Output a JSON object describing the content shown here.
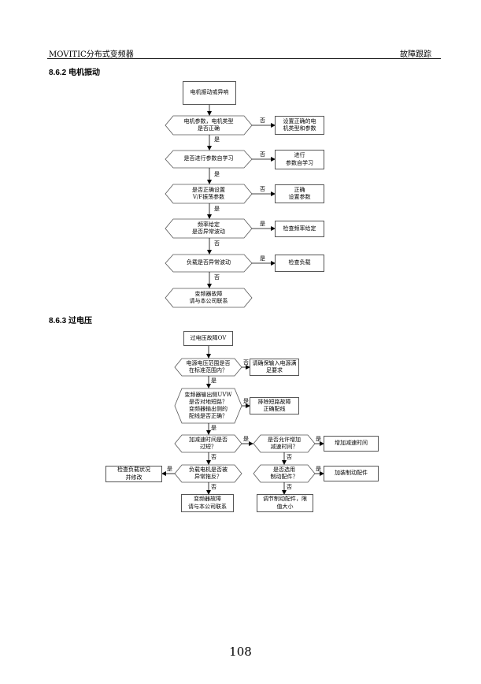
{
  "header": {
    "left": "MOVITIC分布式变频器",
    "right": "故障跟踪"
  },
  "section1": {
    "title": "8.6.2 电机振动",
    "start": "电机振动或异响",
    "d1": "电机参数，电机类型\n是否正确",
    "a1": "设置正确的电\n机类型和参数",
    "d2": "是否进行参数自学习",
    "a2": "进行\n参数自学习",
    "d3": "是否正确设置\nV/F振荡参数",
    "a3": "正确\n设置参数",
    "d4": "频率给定\n是否异常波动",
    "a4": "检查频率给定",
    "d5": "负载是否异常波动",
    "a5": "检查负载",
    "end": "变频器故障\n请与本公司联系"
  },
  "section2": {
    "title": "8.6.3 过电压",
    "start": "过电压故障OV",
    "d1": "电源电压范围是否\n在标准范围内？",
    "a1": "请确保输入电源满\n足要求",
    "d2": "变频器输出侧UVW\n是否对地短路？\n变频器输出侧的\n配线是否正确？",
    "a2": "排除短路故障\n正确配线",
    "d3": "加减速时间是否\n过短？",
    "d4": "是否允许增加\n减速时间？",
    "a4": "增加减速时间",
    "d5": "负载电机是否被\n异常拖反？",
    "a5": "检查负载状况\n并修改",
    "d6": "是否选用\n制动配件？",
    "a6": "加装制动配件",
    "end": "变频器故障\n请与本公司联系",
    "a7": "调节制动配件，限\n值大小"
  },
  "labels": {
    "yes": "是",
    "no": "否"
  },
  "page_number": "108"
}
